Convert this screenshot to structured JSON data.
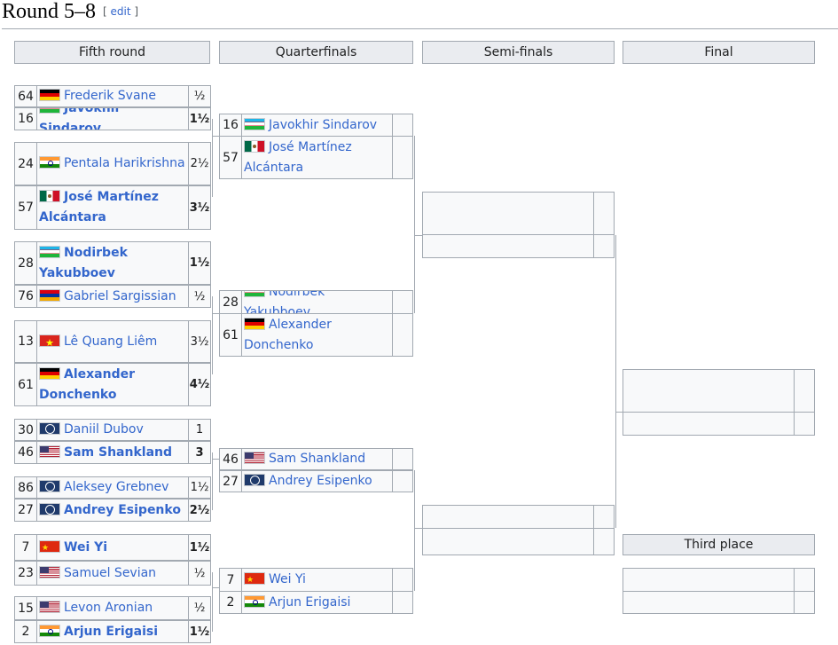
{
  "heading": {
    "title": "Round 5–8",
    "edit_open": "[",
    "edit": "edit",
    "edit_close": "]"
  },
  "headers": [
    "Fifth round",
    "Quarterfinals",
    "Semi-finals",
    "Final"
  ],
  "third_place": "Third place",
  "r5": [
    {
      "seed": "64",
      "flag": "de",
      "name": "Frederik Svane",
      "score": "½",
      "win": false
    },
    {
      "seed": "16",
      "flag": "uz",
      "name": "Javokhir Sindarov",
      "score": "1½",
      "win": true
    },
    {
      "seed": "24",
      "flag": "in",
      "name": "Pentala Harikrishna",
      "score": "2½",
      "win": false
    },
    {
      "seed": "57",
      "flag": "mx",
      "name": "José Martínez Alcántara",
      "score": "3½",
      "win": true
    },
    {
      "seed": "28",
      "flag": "uz",
      "name": "Nodirbek Yakubboev",
      "score": "1½",
      "win": true
    },
    {
      "seed": "76",
      "flag": "am",
      "name": "Gabriel Sargissian",
      "score": "½",
      "win": false
    },
    {
      "seed": "13",
      "flag": "vn",
      "name": "Lê Quang Liêm",
      "score": "3½",
      "win": false
    },
    {
      "seed": "61",
      "flag": "de",
      "name": "Alexander Donchenko",
      "score": "4½",
      "win": true
    },
    {
      "seed": "30",
      "flag": "fide",
      "name": "Daniil Dubov",
      "score": "1",
      "win": false
    },
    {
      "seed": "46",
      "flag": "us",
      "name": "Sam Shankland",
      "score": "3",
      "win": true
    },
    {
      "seed": "86",
      "flag": "fide",
      "name": "Aleksey Grebnev",
      "score": "1½",
      "win": false
    },
    {
      "seed": "27",
      "flag": "fide",
      "name": "Andrey Esipenko",
      "score": "2½",
      "win": true
    },
    {
      "seed": "7",
      "flag": "cn",
      "name": "Wei Yi",
      "score": "1½",
      "win": true
    },
    {
      "seed": "23",
      "flag": "us",
      "name": "Samuel Sevian",
      "score": "½",
      "win": false
    },
    {
      "seed": "15",
      "flag": "us",
      "name": "Levon Aronian",
      "score": "½",
      "win": false
    },
    {
      "seed": "2",
      "flag": "in",
      "name": "Arjun Erigaisi",
      "score": "1½",
      "win": true
    }
  ],
  "qf": [
    {
      "seed": "16",
      "flag": "uz",
      "name": "Javokhir Sindarov",
      "score": ""
    },
    {
      "seed": "57",
      "flag": "mx",
      "name": "José Martínez Alcántara",
      "score": ""
    },
    {
      "seed": "28",
      "flag": "uz",
      "name": "Nodirbek Yakubboev",
      "score": ""
    },
    {
      "seed": "61",
      "flag": "de",
      "name": "Alexander Donchenko",
      "score": ""
    },
    {
      "seed": "46",
      "flag": "us",
      "name": "Sam Shankland",
      "score": ""
    },
    {
      "seed": "27",
      "flag": "fide",
      "name": "Andrey Esipenko",
      "score": ""
    },
    {
      "seed": "7",
      "flag": "cn",
      "name": "Wei Yi",
      "score": ""
    },
    {
      "seed": "2",
      "flag": "in",
      "name": "Arjun Erigaisi",
      "score": ""
    }
  ]
}
